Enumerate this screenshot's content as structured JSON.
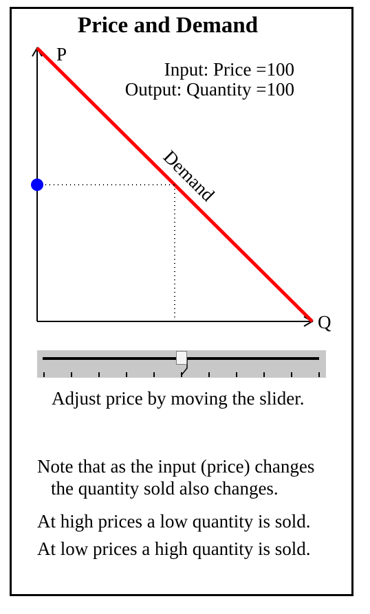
{
  "title": "Price and Demand",
  "axes": {
    "y_label": "P",
    "x_label": "Q"
  },
  "readout": {
    "input": "Input: Price =100",
    "output": "Output: Quantity =100"
  },
  "curve_label": "Demand",
  "colors": {
    "demand_curve": "#ff0000",
    "price_point": "#0000ff",
    "slider_bg": "#c8c8c8"
  },
  "slider": {
    "position_fraction": 0.5,
    "tick_count": 11
  },
  "caption": "Adjust price by moving the slider.",
  "notes": [
    "Note that as the input (price) changes",
    "the quantity sold also changes.",
    "At high prices a low quantity is sold.",
    "At low prices a high quantity is sold."
  ]
}
